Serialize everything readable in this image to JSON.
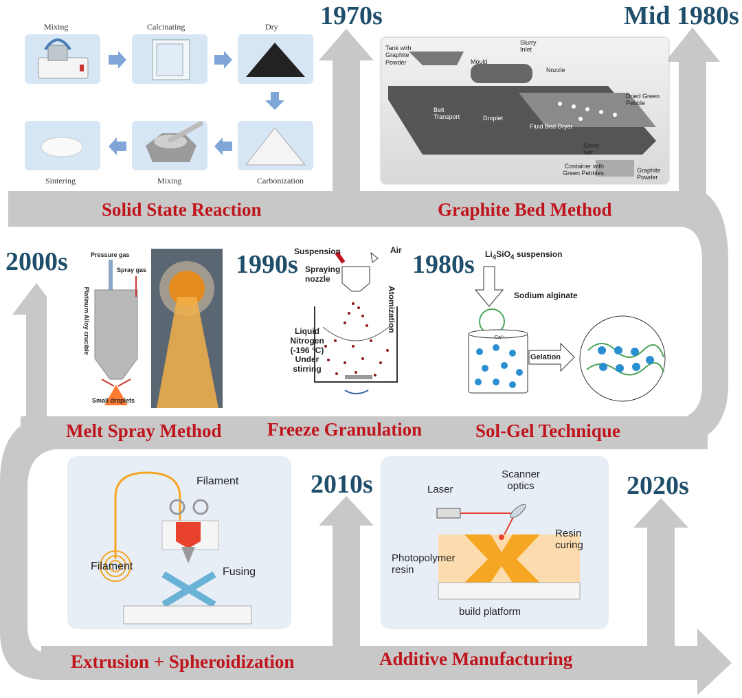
{
  "eras": {
    "e1970": "1970s",
    "emid1980": "Mid 1980s",
    "e2000": "2000s",
    "e1990": "1990s",
    "e1980": "1980s",
    "e2010": "2010s",
    "e2020": "2020s"
  },
  "methods": {
    "solid_state": "Solid State Reaction",
    "graphite_bed": "Graphite Bed Method",
    "melt_spray": "Melt Spray Method",
    "freeze": "Freeze Granulation",
    "solgel": "Sol-Gel Technique",
    "extrusion": "Extrusion + Spheroidization",
    "additive": "Additive Manufacturing"
  },
  "solid_state_steps": {
    "mixing1": "Mixing",
    "calcinating": "Calcinating",
    "dry": "Dry",
    "carbonization": "Carbonization",
    "mixing2": "Mixing",
    "sintering": "Sintering"
  },
  "graphite_labels": {
    "tank": "Tank with Graphite Powder",
    "mould": "Mould",
    "slurry": "Slurry Inlet",
    "nozzle": "Nozzle",
    "dried": "Dried Green Pebble",
    "belt": "Belt Transport",
    "droplet": "Droplet",
    "fluid_bed": "Fluid Bed Dryer",
    "sieve": "Sieve Net",
    "container": "Container with Green Pebbles",
    "graphite_powder": "Graphite Powder"
  },
  "melt_labels": {
    "pressure_gas": "Pressure gas",
    "spray_gas": "Spray gas",
    "crucible": "Platinum Alloy crucible",
    "droplets": "Small droplets"
  },
  "freeze_labels": {
    "suspension": "Suspension",
    "air": "Air",
    "spraying": "Spraying nozzle",
    "atomization": "Atomization",
    "liquid_n2": "Liquid Nitrogen (-196 °C) Under stirring"
  },
  "solgel_labels": {
    "suspension_prefix": "Li",
    "suspension_sub1": "4",
    "suspension_mid": "SiO",
    "suspension_sub2": "4",
    "suspension_suffix": " suspension",
    "alginate": "Sodium alginate",
    "gelation": "Gelation",
    "ca": "Ca²⁺"
  },
  "extrusion_labels": {
    "filament_top": "Filament",
    "filament_left": "Filament",
    "fusing": "Fusing"
  },
  "additive_labels": {
    "laser": "Laser",
    "scanner": "Scanner optics",
    "resin_curing": "Resin curing",
    "photopolymer": "Photopolymer resin",
    "platform": "build platform"
  },
  "colors": {
    "arrow": "#c8c8c8",
    "era_text": "#1f4e6b",
    "method_text": "#c0141c",
    "card_bg": "#e7eef6"
  }
}
